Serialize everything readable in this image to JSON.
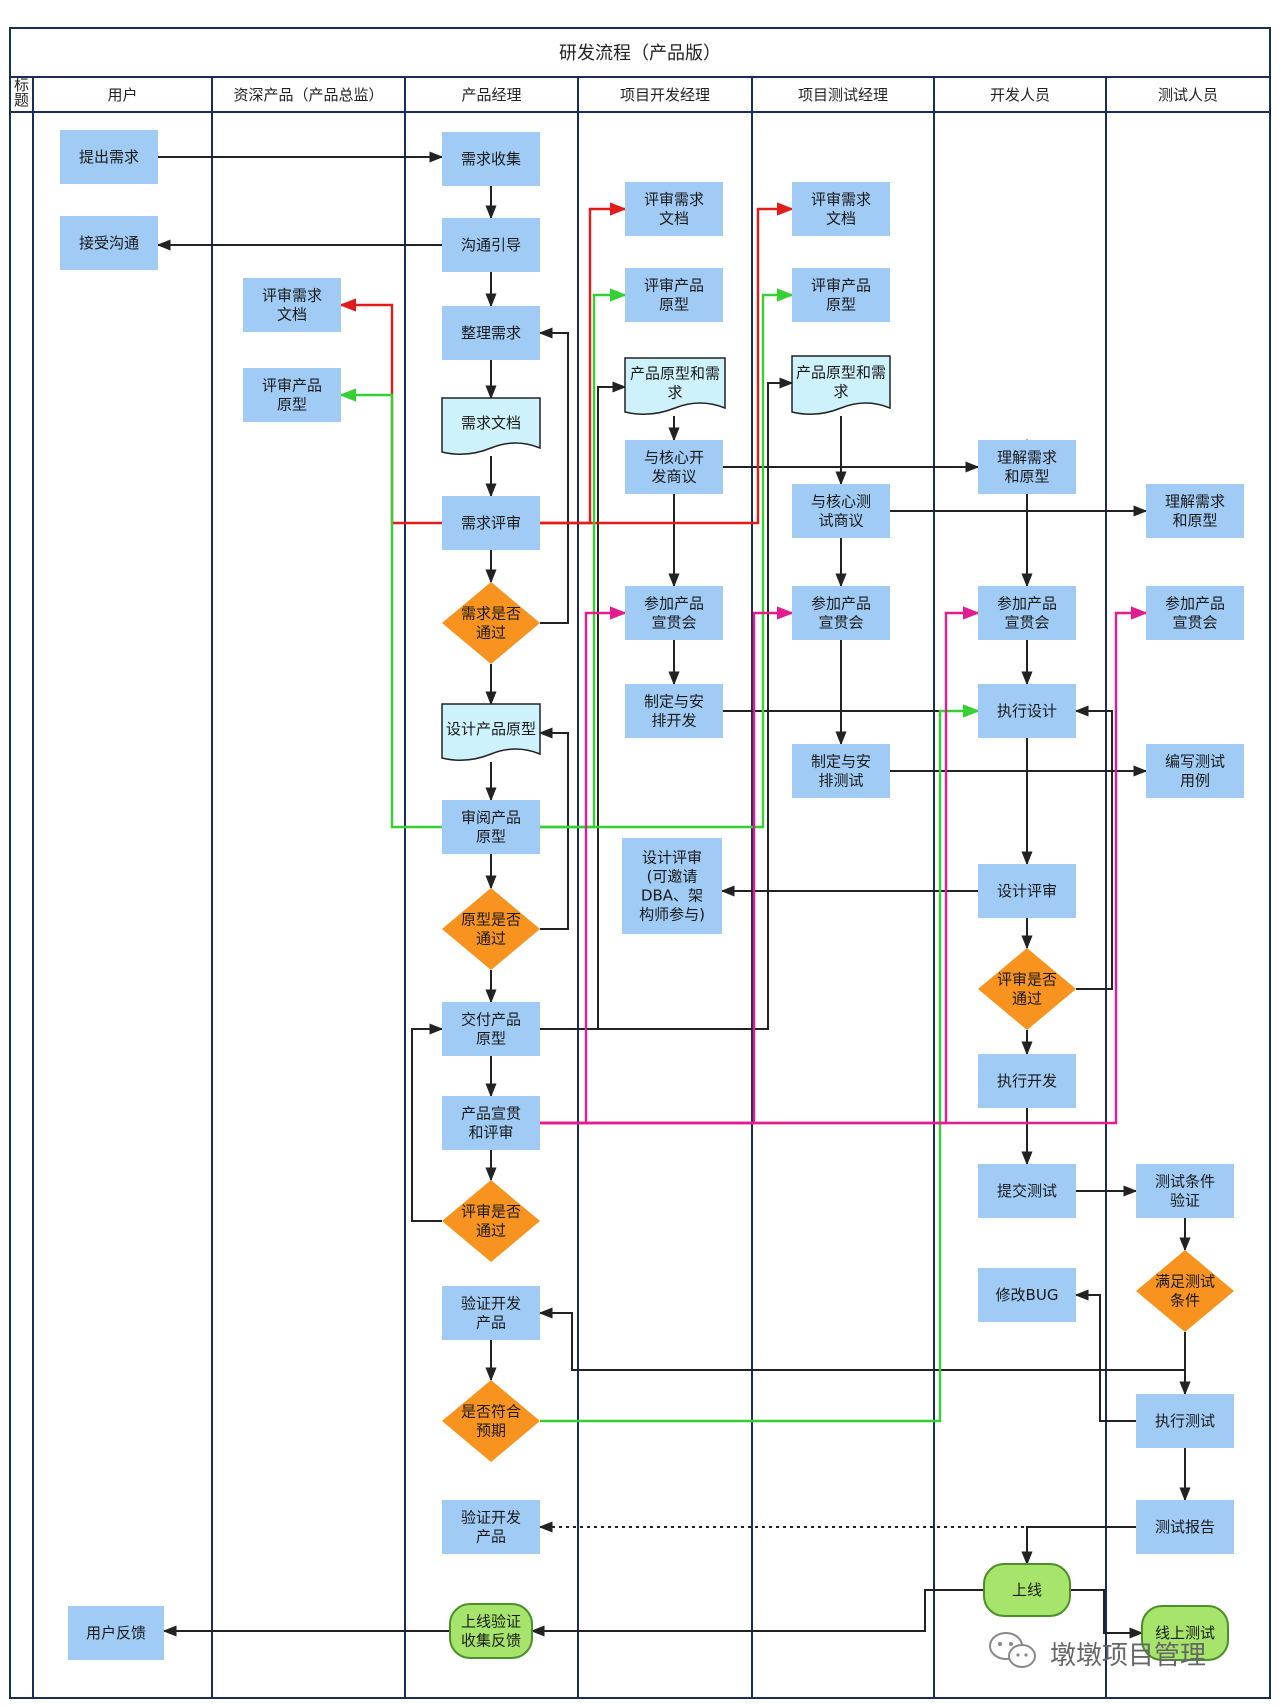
{
  "title": "研发流程（产品版）",
  "lanes": [
    {
      "id": "label",
      "label": "标题"
    },
    {
      "id": "user",
      "label": "用户"
    },
    {
      "id": "director",
      "label": "资深产品（产品总监）"
    },
    {
      "id": "pm",
      "label": "产品经理"
    },
    {
      "id": "devmgr",
      "label": "项目开发经理"
    },
    {
      "id": "testmgr",
      "label": "项目测试经理"
    },
    {
      "id": "dev",
      "label": "开发人员"
    },
    {
      "id": "tester",
      "label": "测试人员"
    }
  ],
  "nodes": [
    {
      "id": "n-user-req",
      "type": "process",
      "text": "提出需求"
    },
    {
      "id": "n-user-comm",
      "type": "process",
      "text": "接受沟通"
    },
    {
      "id": "n-user-feedback",
      "type": "process",
      "text": "用户反馈"
    },
    {
      "id": "n-dir-review-doc",
      "type": "process",
      "text": "评审需求\n文档"
    },
    {
      "id": "n-dir-review-proto",
      "type": "process",
      "text": "评审产品\n原型"
    },
    {
      "id": "n-pm-collect",
      "type": "process",
      "text": "需求收集"
    },
    {
      "id": "n-pm-guide",
      "type": "process",
      "text": "沟通引导"
    },
    {
      "id": "n-pm-organize",
      "type": "process",
      "text": "整理需求"
    },
    {
      "id": "n-pm-doc",
      "type": "document",
      "text": "需求文档"
    },
    {
      "id": "n-pm-review",
      "type": "process",
      "text": "需求评审"
    },
    {
      "id": "n-pm-pass1",
      "type": "decision",
      "text": "需求是否\n通过"
    },
    {
      "id": "n-pm-design",
      "type": "document",
      "text": "设计产品原型"
    },
    {
      "id": "n-pm-read",
      "type": "process",
      "text": "审阅产品\n原型"
    },
    {
      "id": "n-pm-pass2",
      "type": "decision",
      "text": "原型是否\n通过"
    },
    {
      "id": "n-pm-deliver",
      "type": "process",
      "text": "交付产品\n原型"
    },
    {
      "id": "n-pm-promo",
      "type": "process",
      "text": "产品宣贯\n和评审"
    },
    {
      "id": "n-pm-pass3",
      "type": "decision",
      "text": "评审是否\n通过"
    },
    {
      "id": "n-pm-verify1",
      "type": "process",
      "text": "验证开发\n产品"
    },
    {
      "id": "n-pm-expect",
      "type": "decision",
      "text": "是否符合\n预期"
    },
    {
      "id": "n-pm-verify2",
      "type": "process",
      "text": "验证开发\n产品"
    },
    {
      "id": "n-pm-online",
      "type": "terminal",
      "text": "上线验证\n收集反馈"
    },
    {
      "id": "n-dm-review-doc",
      "type": "process",
      "text": "评审需求\n文档"
    },
    {
      "id": "n-dm-review-proto",
      "type": "process",
      "text": "评审产品\n原型"
    },
    {
      "id": "n-dm-protoreq",
      "type": "document",
      "text": "产品原型和需\n求"
    },
    {
      "id": "n-dm-discuss",
      "type": "process",
      "text": "与核心开\n发商议"
    },
    {
      "id": "n-dm-join",
      "type": "process",
      "text": "参加产品\n宣贯会"
    },
    {
      "id": "n-dm-plan",
      "type": "process",
      "text": "制定与安\n排开发"
    },
    {
      "id": "n-dm-design-review",
      "type": "process",
      "text": "设计评审\n(可邀请\nDBA、架\n构师参与)"
    },
    {
      "id": "n-tm-review-doc",
      "type": "process",
      "text": "评审需求\n文档"
    },
    {
      "id": "n-tm-review-proto",
      "type": "process",
      "text": "评审产品\n原型"
    },
    {
      "id": "n-tm-protoreq",
      "type": "document",
      "text": "产品原型和需\n求"
    },
    {
      "id": "n-tm-discuss",
      "type": "process",
      "text": "与核心测\n试商议"
    },
    {
      "id": "n-tm-join",
      "type": "process",
      "text": "参加产品\n宣贯会"
    },
    {
      "id": "n-tm-plan",
      "type": "process",
      "text": "制定与安\n排测试"
    },
    {
      "id": "n-dev-understand",
      "type": "process",
      "text": "理解需求\n和原型"
    },
    {
      "id": "n-dev-join",
      "type": "process",
      "text": "参加产品\n宣贯会"
    },
    {
      "id": "n-dev-design",
      "type": "process",
      "text": "执行设计"
    },
    {
      "id": "n-dev-review",
      "type": "process",
      "text": "设计评审"
    },
    {
      "id": "n-dev-pass",
      "type": "decision",
      "text": "评审是否\n通过"
    },
    {
      "id": "n-dev-exec",
      "type": "process",
      "text": "执行开发"
    },
    {
      "id": "n-dev-submit",
      "type": "process",
      "text": "提交测试"
    },
    {
      "id": "n-dev-fix",
      "type": "process",
      "text": "修改BUG"
    },
    {
      "id": "n-dev-online",
      "type": "terminal",
      "text": "上线"
    },
    {
      "id": "n-qa-understand",
      "type": "process",
      "text": "理解需求\n和原型"
    },
    {
      "id": "n-qa-join",
      "type": "process",
      "text": "参加产品\n宣贯会"
    },
    {
      "id": "n-qa-cases",
      "type": "process",
      "text": "编写测试\n用例"
    },
    {
      "id": "n-qa-verify",
      "type": "process",
      "text": "测试条件\n验证"
    },
    {
      "id": "n-qa-cond",
      "type": "decision",
      "text": "满足测试\n条件"
    },
    {
      "id": "n-qa-exec",
      "type": "process",
      "text": "执行测试"
    },
    {
      "id": "n-qa-report",
      "type": "process",
      "text": "测试报告"
    },
    {
      "id": "n-qa-online",
      "type": "terminal",
      "text": "线上测试"
    }
  ],
  "colors": {
    "process": "#9fcbf5",
    "decision": "#f7931e",
    "terminal": "#a6e46b",
    "document": "#cdf2fb",
    "line": "#222222",
    "red": "#e21b1b",
    "green": "#35d133",
    "magenta": "#e21d8f"
  },
  "watermark": "墩墩项目管理",
  "watermark_icon": "wechat-icon"
}
